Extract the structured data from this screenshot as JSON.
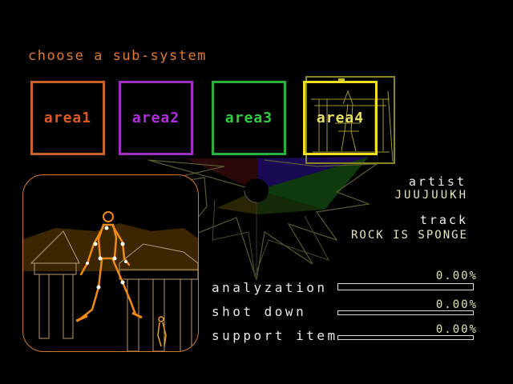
{
  "heading": "choose a sub-system",
  "areas": [
    {
      "label": "area1",
      "color": "#c8642a",
      "text_color": "#e05a20"
    },
    {
      "label": "area2",
      "color": "#a030c0",
      "text_color": "#b030e0"
    },
    {
      "label": "area3",
      "color": "#28b040",
      "text_color": "#30d040"
    },
    {
      "label": "area4",
      "color": "#f0e020",
      "text_color": "#e8e060",
      "selected": true
    }
  ],
  "info": {
    "artist_label": "artist",
    "artist_value": "JUUJUUKH",
    "track_label": "track",
    "track_value": "ROCK IS SPONGE"
  },
  "stats": [
    {
      "label": "analyzation",
      "value": "0.00%",
      "progress": 0
    },
    {
      "label": "shot down",
      "value": "0.00%",
      "progress": 0
    },
    {
      "label": "support item",
      "value": "0.00%",
      "progress": 0
    }
  ],
  "icons": {
    "center_graphic": "spiral-star-graphic",
    "preview": "wireframe-robot-preview"
  }
}
